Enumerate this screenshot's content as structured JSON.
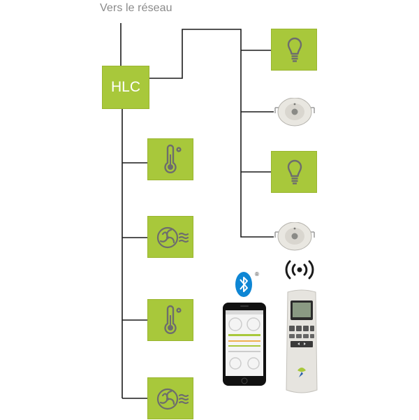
{
  "network_label": "Vers le réseau",
  "controller_label": "HLC",
  "colors": {
    "node_green": "#a8c83b",
    "line": "#1a1a1a",
    "icon_gray": "#6d6d6d",
    "bluetooth_blue": "#0e86d4"
  },
  "icons": {
    "light": "lightbulb-icon",
    "sensor": "presence-sensor-icon",
    "temperature": "thermometer-icon",
    "fan": "fan-coil-icon",
    "bluetooth": "bluetooth-icon",
    "wireless": "wireless-signal-icon",
    "phone": "smartphone-app",
    "remote": "remote-control"
  },
  "bluetooth_mark": "®"
}
